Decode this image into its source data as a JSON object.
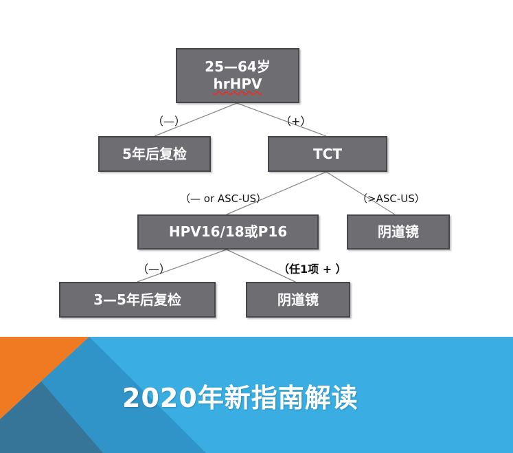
{
  "diagram": {
    "nodes": {
      "root": {
        "line1": "25—64岁",
        "line2": "hrHPV"
      },
      "recheck5": "5年后复检",
      "tct": "TCT",
      "hpv1618": "HPV16/18或P16",
      "colpo_right": "阴道镜",
      "recheck35": "3—5年后复检",
      "colpo_bottom": "阴道镜"
    },
    "edge_labels": {
      "root_neg": "（—）",
      "root_pos": "（+）",
      "tct_neg": "（— or ASC-US）",
      "tct_pos": "（>ASC-US）",
      "hpv_neg": "（—）",
      "hpv_pos": "（任1项 + ）"
    }
  },
  "banner": {
    "title": "2020年新指南解读",
    "colors": {
      "blue": "#3aaee2",
      "blue_dark": "#2f8fc4",
      "orange": "#f07a22",
      "slate": "#3c5a70"
    }
  }
}
